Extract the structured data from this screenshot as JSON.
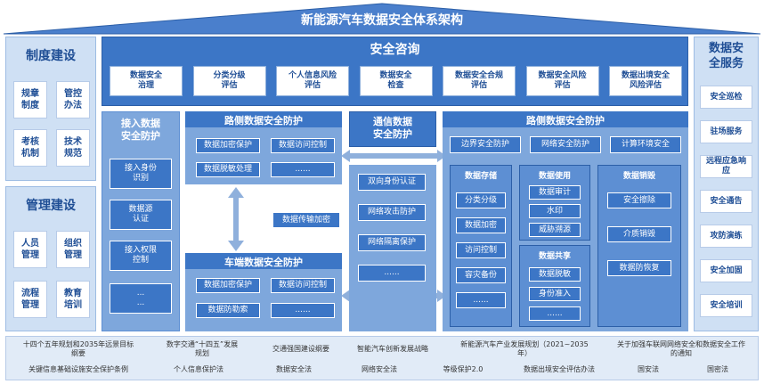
{
  "title": "新能源汽车数据安全体系架构",
  "left": {
    "institution": {
      "title": "制度建设",
      "items": [
        "规章\n制度",
        "管控\n办法",
        "考核\n机制",
        "技术\n规范"
      ]
    },
    "management": {
      "title": "管理建设",
      "items": [
        "人员\n管理",
        "组织\n管理",
        "流程\n管理",
        "教育\n培训"
      ]
    }
  },
  "consult": {
    "title": "安全咨询",
    "items": [
      "数据安全\n治理",
      "分类分级\n评估",
      "个人信息风险\n评估",
      "数据安全\n检查",
      "数据安全合规\n评估",
      "数据安全风险\n评估",
      "数据出境安全\n风险评估"
    ]
  },
  "access": {
    "title": "接入数据\n安全防护",
    "items": [
      "接入身份\n识别",
      "数据源\n认证",
      "接入权限\n控制",
      "...\n..."
    ]
  },
  "roadside_left": {
    "title": "路侧数据安全防护",
    "items": [
      "数据加密保护",
      "数据访问控制",
      "数据脱敏处理",
      "......"
    ]
  },
  "transfer": {
    "label": "数据传输加密"
  },
  "vehicle": {
    "title": "车端数据安全防护",
    "items": [
      "数据加密保护",
      "数据访问控制",
      "数据防勒索",
      "......"
    ]
  },
  "comm": {
    "title": "通信数据\n安全防护",
    "items": [
      "双向身份认证",
      "网络攻击防护",
      "网络隔离保护",
      "......"
    ]
  },
  "roadside_right": {
    "title": "路侧数据安全防护",
    "top_items": [
      "边界安全防护",
      "网络安全防护",
      "计算环境安全"
    ],
    "storage": {
      "title": "数据存储",
      "items": [
        "分类分级",
        "数据加密",
        "访问控制",
        "容灾备份",
        "......"
      ]
    },
    "usage": {
      "title": "数据使用",
      "items": [
        "数据审计",
        "水印",
        "威胁溯源"
      ]
    },
    "sharing": {
      "title": "数据共享",
      "items": [
        "数据脱敏",
        "身份准入",
        "......"
      ]
    },
    "destroy": {
      "title": "数据销毁",
      "items": [
        "安全擦除",
        "介质销毁",
        "数据防恢复"
      ]
    }
  },
  "service": {
    "title": "数据安\n全服务",
    "items": [
      "安全巡检",
      "驻场服务",
      "远程应急响\n应",
      "安全通告",
      "攻防演练",
      "安全加固",
      "安全培训"
    ]
  },
  "bottom": {
    "row1": [
      "十四个五年规划和2035年远景目标\n纲要",
      "数字交通“十四五”发展\n规划",
      "交通强国建设纲要",
      "智能汽车创新发展战略",
      "新能源汽车产业发展规划（2021~2035\n年）",
      "关于加强车联网网络安全和数据安全工作\n的通知"
    ],
    "row2": [
      "关键信息基础设施安全保护条例",
      "个人信息保护法",
      "数据安全法",
      "网络安全法",
      "等级保护2.0",
      "数据出境安全评估办法",
      "国安法",
      "国密法"
    ]
  },
  "colors": {
    "dark_blue": "#3c76c6",
    "light_blue": "#cfe0f4",
    "roof": "#4a7fcc"
  }
}
